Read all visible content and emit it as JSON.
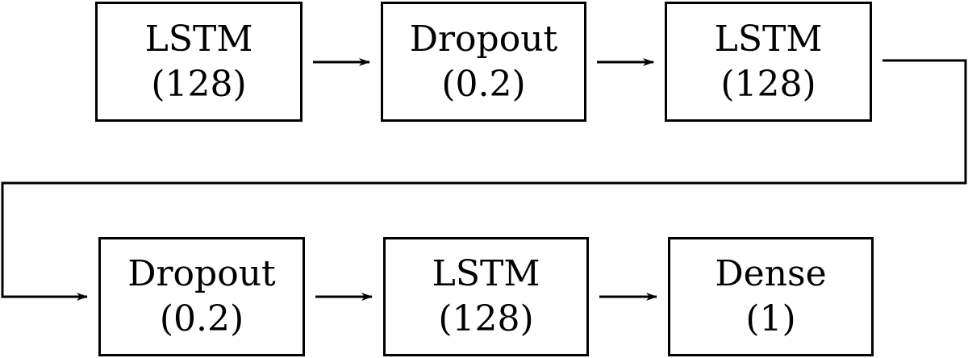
{
  "diagram": {
    "nodes": [
      {
        "id": "n1",
        "name": "LSTM",
        "param": "(128)"
      },
      {
        "id": "n2",
        "name": "Dropout",
        "param": "(0.2)"
      },
      {
        "id": "n3",
        "name": "LSTM",
        "param": "(128)"
      },
      {
        "id": "n4",
        "name": "Dropout",
        "param": "(0.2)"
      },
      {
        "id": "n5",
        "name": "LSTM",
        "param": "(128)"
      },
      {
        "id": "n6",
        "name": "Dense",
        "param": "(1)"
      }
    ],
    "edges": [
      {
        "from": "n1",
        "to": "n2"
      },
      {
        "from": "n2",
        "to": "n3"
      },
      {
        "from": "n3",
        "to": "n4"
      },
      {
        "from": "n4",
        "to": "n5"
      },
      {
        "from": "n5",
        "to": "n6"
      }
    ],
    "colors": {
      "stroke": "#000000",
      "fill": "#ffffff",
      "text": "#000000"
    }
  }
}
